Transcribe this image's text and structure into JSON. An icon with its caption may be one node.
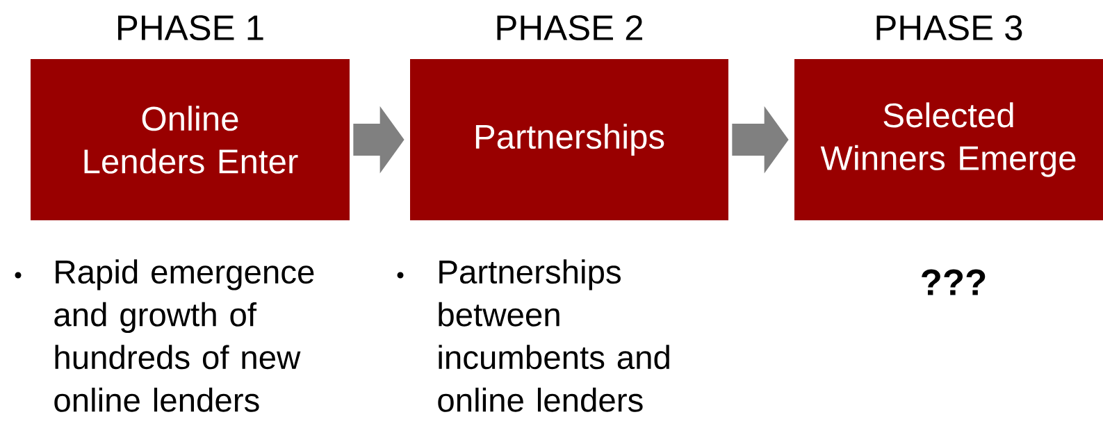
{
  "diagram": {
    "nodes": [
      {
        "text": [
          "PHASE 1",
          "Online Lenders Enter"
        ],
        "beside": [
          "Rapid emergence and growth of hundreds of new online lenders"
        ]
      },
      {
        "text": [
          "PHASE 2",
          "Partnerships"
        ],
        "beside": [
          "Partnerships between incumbents and online lenders"
        ]
      },
      {
        "text": [
          "PHASE 3",
          "Selected Winners Emerge"
        ],
        "beside": [
          "???"
        ]
      }
    ],
    "edges": [
      {
        "from": 0,
        "to": 1,
        "arrow": "to"
      },
      {
        "from": 1,
        "to": 2,
        "arrow": "to"
      }
    ]
  }
}
